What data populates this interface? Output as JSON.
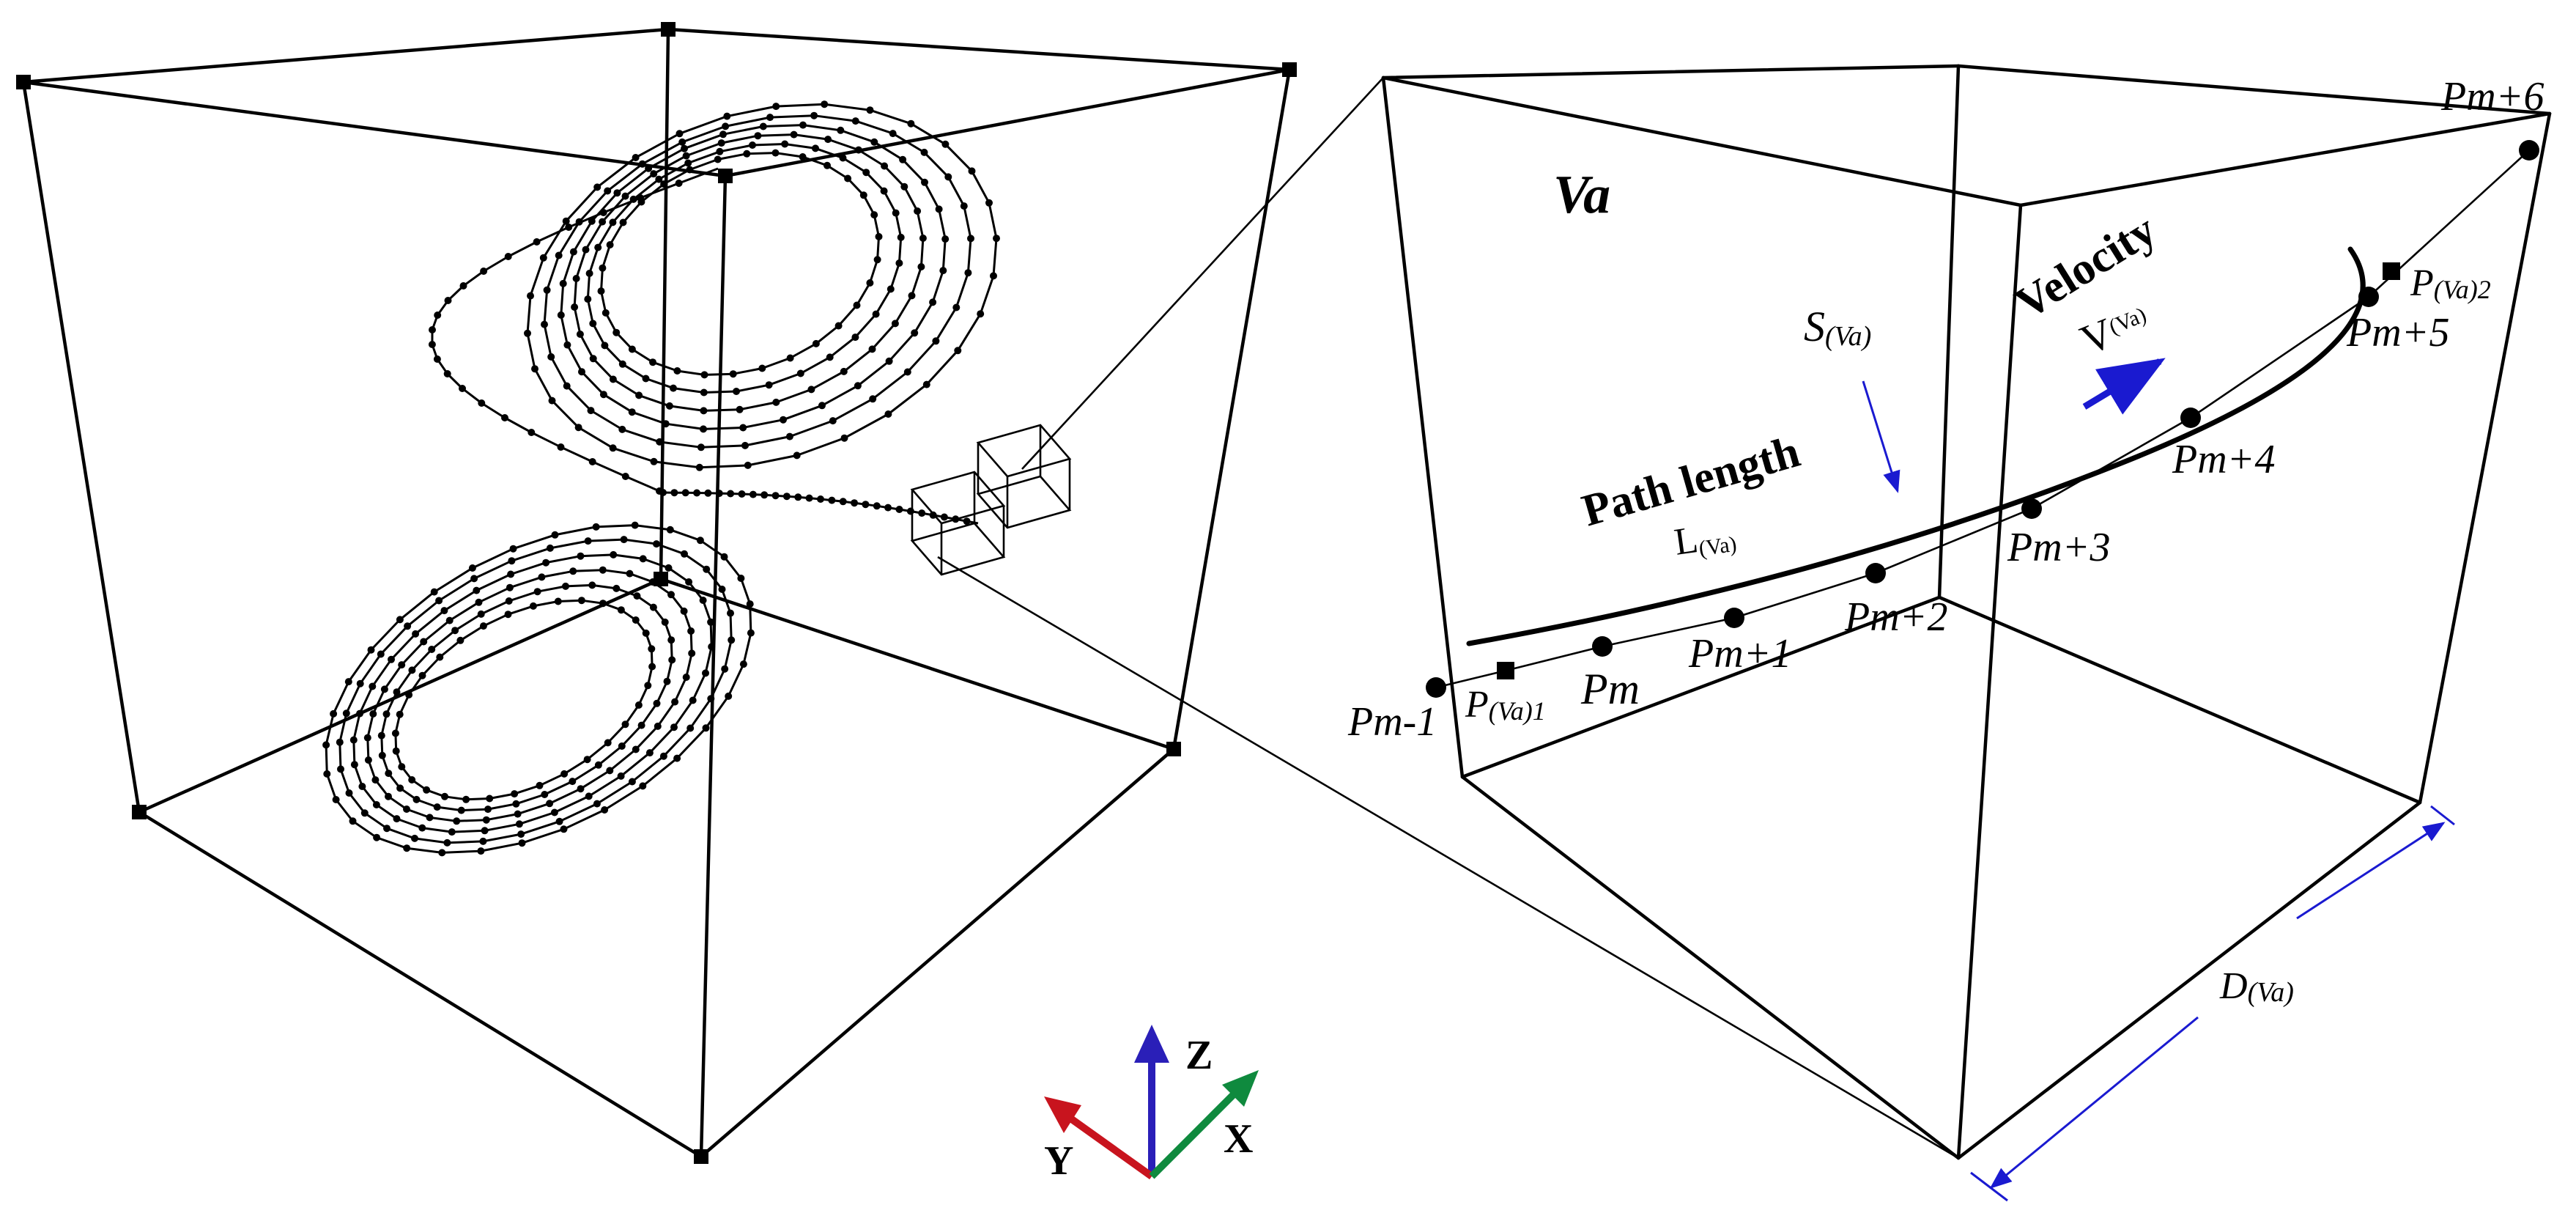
{
  "zoom_panel": {
    "voxel_name": "Va",
    "path_length_label": "Path length",
    "path_length_symbol": "L",
    "path_length_sub": "(Va)",
    "velocity_label": "Velocity",
    "velocity_symbol": "V",
    "velocity_sub": "(Va)",
    "speed_symbol": "S",
    "speed_sub": "(Va)",
    "diagonal_symbol": "D",
    "diagonal_sub": "(Va)",
    "entry_point": {
      "symbol": "P",
      "sub": "(Va)1"
    },
    "exit_point": {
      "symbol": "P",
      "sub": "(Va)2"
    },
    "points": [
      "Pm-1",
      "Pm",
      "Pm+1",
      "Pm+2",
      "Pm+3",
      "Pm+4",
      "Pm+5",
      "Pm+6"
    ]
  },
  "axes_legend": {
    "z_label": "Z",
    "y_label": "Y",
    "x_label": "X",
    "z_color": "#2a1fb8",
    "y_color": "#c8141e",
    "x_color": "#0f8a3e"
  },
  "colors": {
    "line": "#000000",
    "annotation": "#1a1ad0"
  }
}
